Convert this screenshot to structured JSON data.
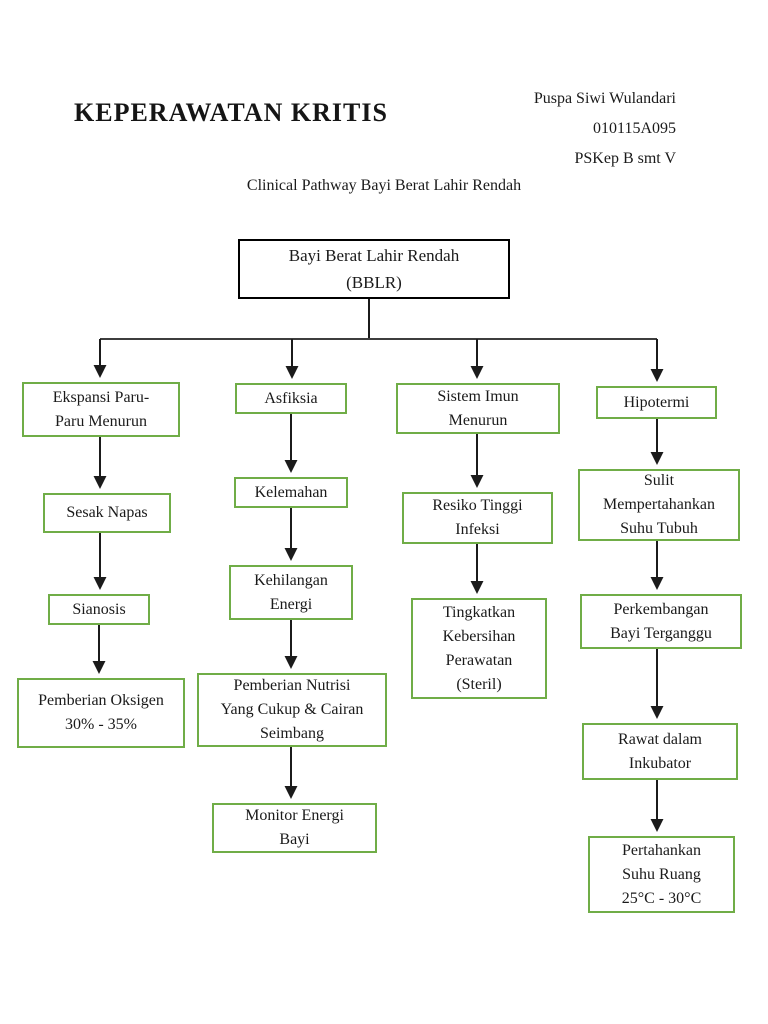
{
  "page": {
    "course_title": "KEPERAWATAN KRITIS",
    "author": {
      "name": "Puspa Siwi Wulandari",
      "student_id": "010115A095",
      "class": "PSKep B smt V"
    },
    "diagram_title": "Clinical Pathway Bayi Berat Lahir Rendah"
  },
  "colors": {
    "node_border_green": "#70ad47",
    "root_border": "#000000",
    "connector": "#1b1b1b",
    "text": "#1a1a1a",
    "background": "#ffffff"
  },
  "flowchart": {
    "root": {
      "label": "Bayi Berat Lahir Rendah\n(BBLR)"
    },
    "columns": [
      {
        "name": "ekspansi-paru",
        "nodes": [
          {
            "label": "Ekspansi Paru-\nParu Menurun"
          },
          {
            "label": "Sesak Napas"
          },
          {
            "label": "Sianosis"
          },
          {
            "label": "Pemberian Oksigen\n30% - 35%"
          }
        ]
      },
      {
        "name": "asfiksia",
        "nodes": [
          {
            "label": "Asfiksia"
          },
          {
            "label": "Kelemahan"
          },
          {
            "label": "Kehilangan\nEnergi"
          },
          {
            "label": "Pemberian Nutrisi\nYang Cukup & Cairan\nSeimbang"
          },
          {
            "label": "Monitor Energi\nBayi"
          }
        ]
      },
      {
        "name": "sistem-imun",
        "nodes": [
          {
            "label": "Sistem Imun\nMenurun"
          },
          {
            "label": "Resiko Tinggi\nInfeksi"
          },
          {
            "label": "Tingkatkan\nKebersihan\nPerawatan\n(Steril)"
          }
        ]
      },
      {
        "name": "hipotermi",
        "nodes": [
          {
            "label": "Hipotermi"
          },
          {
            "label": "Sulit\nMempertahankan\nSuhu Tubuh"
          },
          {
            "label": "Perkembangan\nBayi Terganggu"
          },
          {
            "label": "Rawat dalam\nInkubator"
          },
          {
            "label": "Pertahankan\nSuhu Ruang\n25°C - 30°C"
          }
        ]
      }
    ]
  }
}
